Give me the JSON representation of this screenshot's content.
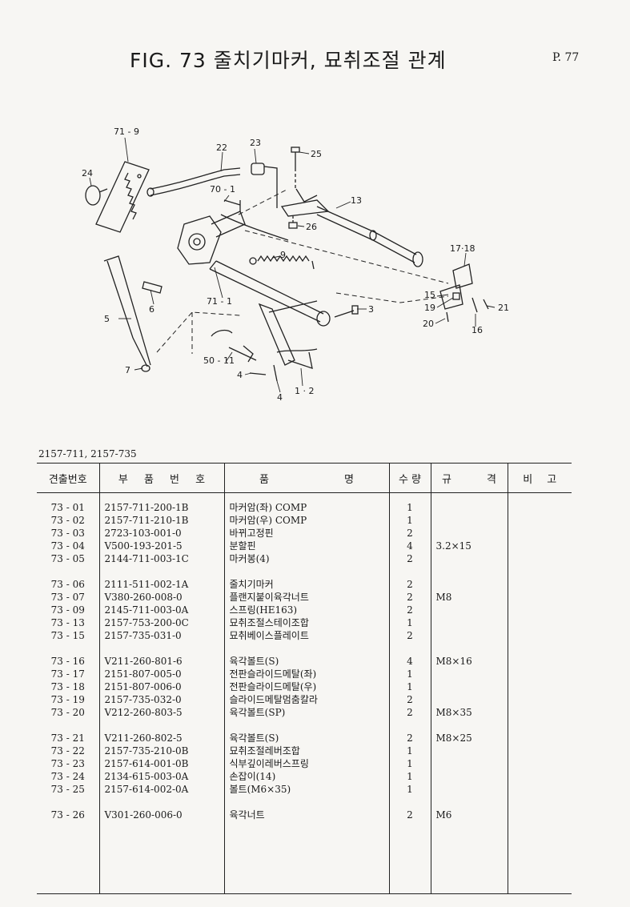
{
  "header": {
    "figure_title": "FIG. 73  줄치기마커, 묘취조절 관계",
    "page_number": "P. 77"
  },
  "diagram": {
    "callouts": {
      "c71_9": "71 - 9",
      "c22": "22",
      "c23": "23",
      "c25": "25",
      "c24": "24",
      "c70_1": "70 - 1",
      "c13": "13",
      "c26": "26",
      "c9": "9",
      "c17_18": "17·18",
      "c71_1": "71 - 1",
      "c6": "6",
      "c15": "15",
      "c19": "19",
      "c21": "21",
      "c3": "3",
      "c5": "5",
      "c20": "20",
      "c16": "16",
      "c50_11": "50 - 11",
      "c7": "7",
      "c4a": "4",
      "c4b": "4",
      "c1_2": "1 · 2"
    }
  },
  "model_numbers": "2157-711,  2157-735",
  "table": {
    "headers": {
      "index": "견출번호",
      "part_no": "부 품 번 호",
      "name": "품 명",
      "qty": "수 량",
      "spec": "규 격",
      "remark": "비 고"
    },
    "groups": [
      [
        {
          "idx": "73 - 01",
          "part": "2157-711-200-1B",
          "name": "마커암(좌) COMP",
          "qty": "1",
          "spec": ""
        },
        {
          "idx": "73 - 02",
          "part": "2157-711-210-1B",
          "name": "마커암(우) COMP",
          "qty": "1",
          "spec": ""
        },
        {
          "idx": "73 - 03",
          "part": "2723-103-001-0",
          "name": "바뀌고정핀",
          "qty": "2",
          "spec": ""
        },
        {
          "idx": "73 - 04",
          "part": "V500-193-201-5",
          "name": "분할핀",
          "qty": "4",
          "spec": "3.2×15"
        },
        {
          "idx": "73 - 05",
          "part": "2144-711-003-1C",
          "name": "마커봉(4)",
          "qty": "2",
          "spec": ""
        }
      ],
      [
        {
          "idx": "73 - 06",
          "part": "2111-511-002-1A",
          "name": "줄치기마커",
          "qty": "2",
          "spec": ""
        },
        {
          "idx": "73 - 07",
          "part": "V380-260-008-0",
          "name": "플랜지붙이육각너트",
          "qty": "2",
          "spec": "M8"
        },
        {
          "idx": "73 - 09",
          "part": "2145-711-003-0A",
          "name": "스프링(HE163)",
          "qty": "2",
          "spec": ""
        },
        {
          "idx": "73 - 13",
          "part": "2157-753-200-0C",
          "name": "묘취조절스테이조합",
          "qty": "1",
          "spec": ""
        },
        {
          "idx": "73 - 15",
          "part": "2157-735-031-0",
          "name": "묘취베이스플레이트",
          "qty": "2",
          "spec": ""
        }
      ],
      [
        {
          "idx": "73 - 16",
          "part": "V211-260-801-6",
          "name": "육각볼트(S)",
          "qty": "4",
          "spec": "M8×16"
        },
        {
          "idx": "73 - 17",
          "part": "2151-807-005-0",
          "name": "전판슬라이드메탈(좌)",
          "qty": "1",
          "spec": ""
        },
        {
          "idx": "73 - 18",
          "part": "2151-807-006-0",
          "name": "전판슬라이드메탈(우)",
          "qty": "1",
          "spec": ""
        },
        {
          "idx": "73 - 19",
          "part": "2157-735-032-0",
          "name": "슬라이드메탈멈춤칼라",
          "qty": "2",
          "spec": ""
        },
        {
          "idx": "73 - 20",
          "part": "V212-260-803-5",
          "name": "육각볼트(SP)",
          "qty": "2",
          "spec": "M8×35"
        }
      ],
      [
        {
          "idx": "73 - 21",
          "part": "V211-260-802-5",
          "name": "육각볼트(S)",
          "qty": "2",
          "spec": "M8×25"
        },
        {
          "idx": "73 - 22",
          "part": "2157-735-210-0B",
          "name": "묘취조절레버조합",
          "qty": "1",
          "spec": ""
        },
        {
          "idx": "73 - 23",
          "part": "2157-614-001-0B",
          "name": "식부깊이레버스프링",
          "qty": "1",
          "spec": ""
        },
        {
          "idx": "73 - 24",
          "part": "2134-615-003-0A",
          "name": "손잡이(14)",
          "qty": "1",
          "spec": ""
        },
        {
          "idx": "73 - 25",
          "part": "2157-614-002-0A",
          "name": "볼트(M6×35)",
          "qty": "1",
          "spec": ""
        }
      ],
      [
        {
          "idx": "73 - 26",
          "part": "V301-260-006-0",
          "name": "육각너트",
          "qty": "2",
          "spec": "M6"
        }
      ]
    ]
  }
}
